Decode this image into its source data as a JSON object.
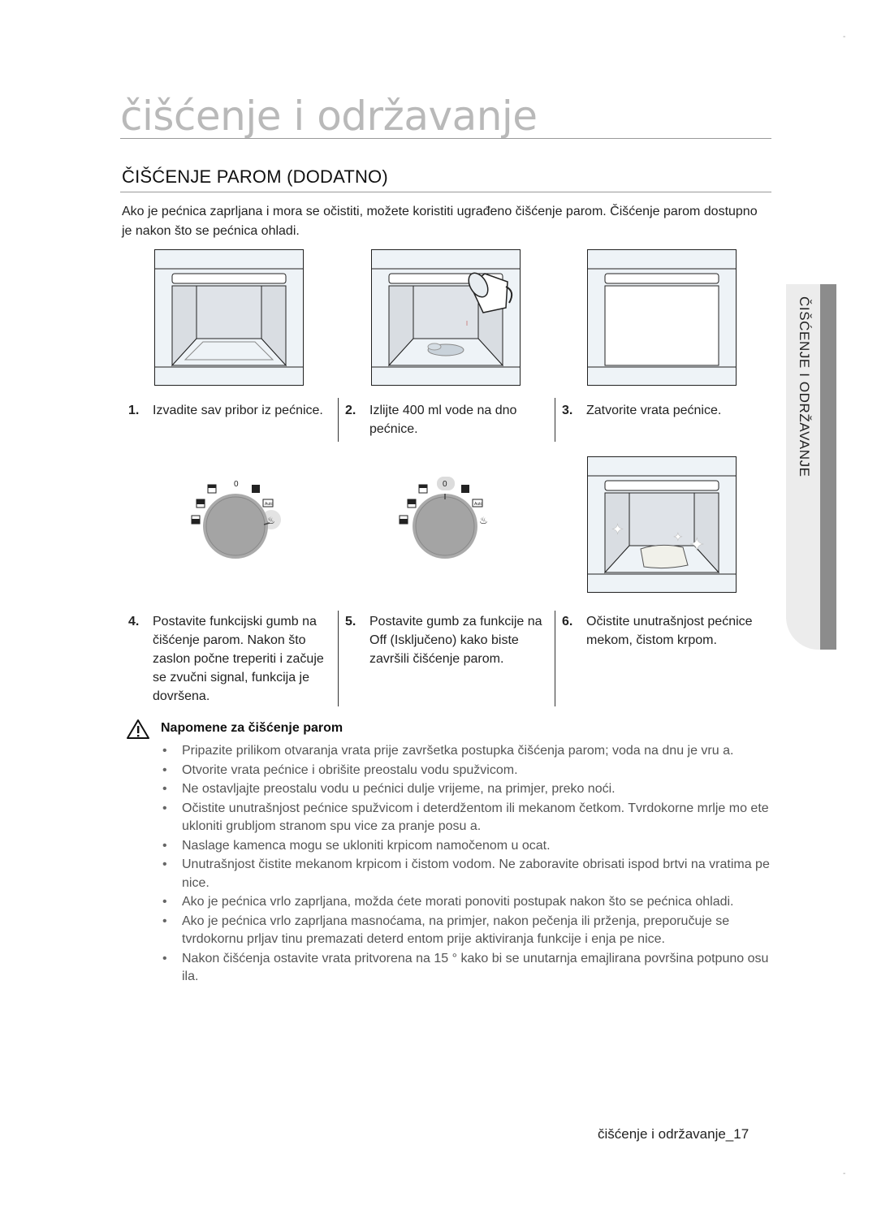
{
  "header": {
    "page_title": "čišćenje i održavanje",
    "section_title_bold": "ČIŠĆENJE PAROM",
    "section_title_light": "(DODATNO)"
  },
  "intro": "Ako je pećnica zaprljana i mora se očistiti, možete koristiti ugrađeno čišćenje parom. Čišćenje parom dostupno je nakon što se pećnica ohladi.",
  "steps": [
    {
      "num": "1.",
      "text": "Izvadite sav pribor iz pećnice."
    },
    {
      "num": "2.",
      "text": "Izlijte 400 ml vode na dno pećnice."
    },
    {
      "num": "3.",
      "text": "Zatvorite vrata pećnice."
    },
    {
      "num": "4.",
      "text": "Postavite funkcijski gumb na čišćenje parom. Nakon što zaslon počne treperiti i začuje se zvučni signal, funkcija je dovršena."
    },
    {
      "num": "5.",
      "text": "Postavite gumb za funkcije na Off (Isključeno) kako biste završili čišćenje parom."
    },
    {
      "num": "6.",
      "text": "Očistite unutrašnjost pećnice mekom, čistom krpom."
    }
  ],
  "knob_labels": {
    "zero": "0",
    "auto": "Auto"
  },
  "notes": {
    "heading": "Napomene za čišćenje parom",
    "items": [
      "Pripazite prilikom otvaranja vrata prije završetka postupka čišćenja parom; voda na dnu je vru a.",
      "Otvorite vrata pećnice i obrišite preostalu vodu spužvicom.",
      "Ne ostavljajte preostalu vodu u pećnici dulje vrijeme, na primjer, preko noći.",
      "Očistite unutrašnjost pećnice spužvicom i deterdžentom ili mekanom četkom. Tvrdokorne mrlje mo ete ukloniti grubljom stranom spu vice za pranje posu a.",
      "Naslage kamenca mogu se ukloniti krpicom namočenom u ocat.",
      "Unutrašnjost čistite mekanom krpicom i čistom vodom. Ne zaboravite obrisati ispod brtvi na vratima pe nice.",
      "Ako je pećnica vrlo zaprljana, možda ćete morati ponoviti postupak nakon što se pećnica ohladi.",
      "Ako je pećnica vrlo zaprljana masnoćama, na primjer, nakon pečenja ili prženja, preporučuje se tvrdokornu prljav tinu premazati deterd entom prije aktiviranja funkcije i enja pe nice.",
      "Nakon čišćenja ostavite vrata pritvorena na 15 ° kako bi se unutarnja emajlirana površina potpuno osu ila."
    ]
  },
  "side_tab": "ČIŠĆENJE I ODRŽAVANJE",
  "footer": "čišćenje i održavanje_17",
  "colors": {
    "title_gray": "#b9b9b9",
    "tab_gray": "#8c8c8c",
    "oven_fill": "#e6eef5"
  }
}
